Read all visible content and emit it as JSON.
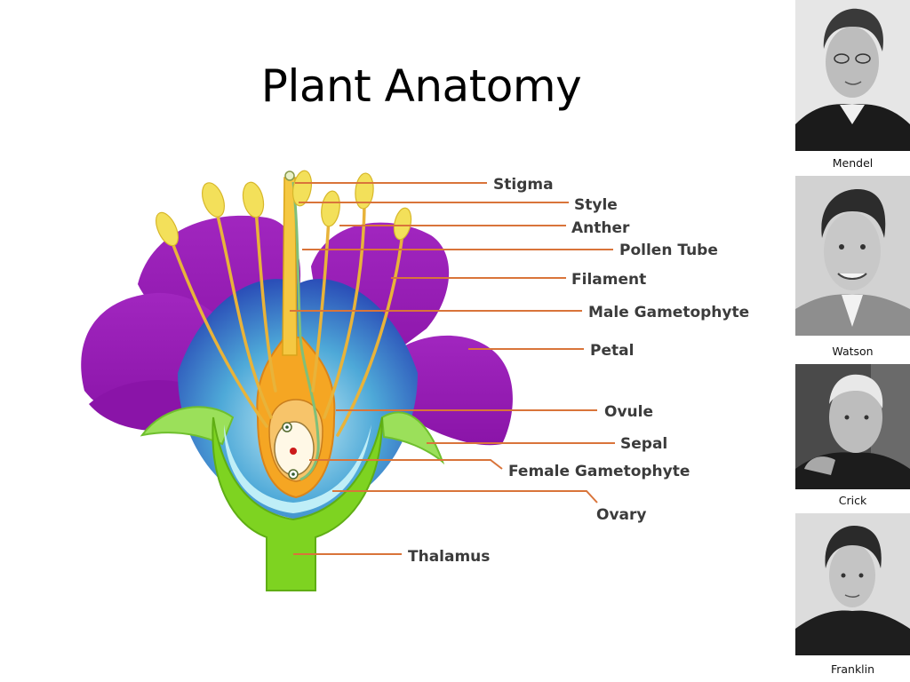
{
  "slide": {
    "title": "Plant Anatomy"
  },
  "diagram": {
    "labels": {
      "stigma": "Stigma",
      "style": "Style",
      "anther": "Anther",
      "pollen_tube": "Pollen Tube",
      "filament": "Filament",
      "male_gametophyte": "Male Gametophyte",
      "petal": "Petal",
      "ovule": "Ovule",
      "sepal": "Sepal",
      "female_gametophyte": "Female Gametophyte",
      "ovary": "Ovary",
      "thalamus": "Thalamus"
    },
    "colors": {
      "petal": "#9b1fb3",
      "receptacle": "#7ed321",
      "ovary": "#f5a623",
      "leader": "#d9743a"
    }
  },
  "portraits": [
    {
      "caption": "Mendel"
    },
    {
      "caption": "Watson"
    },
    {
      "caption": "Crick"
    },
    {
      "caption": "Franklin"
    }
  ]
}
